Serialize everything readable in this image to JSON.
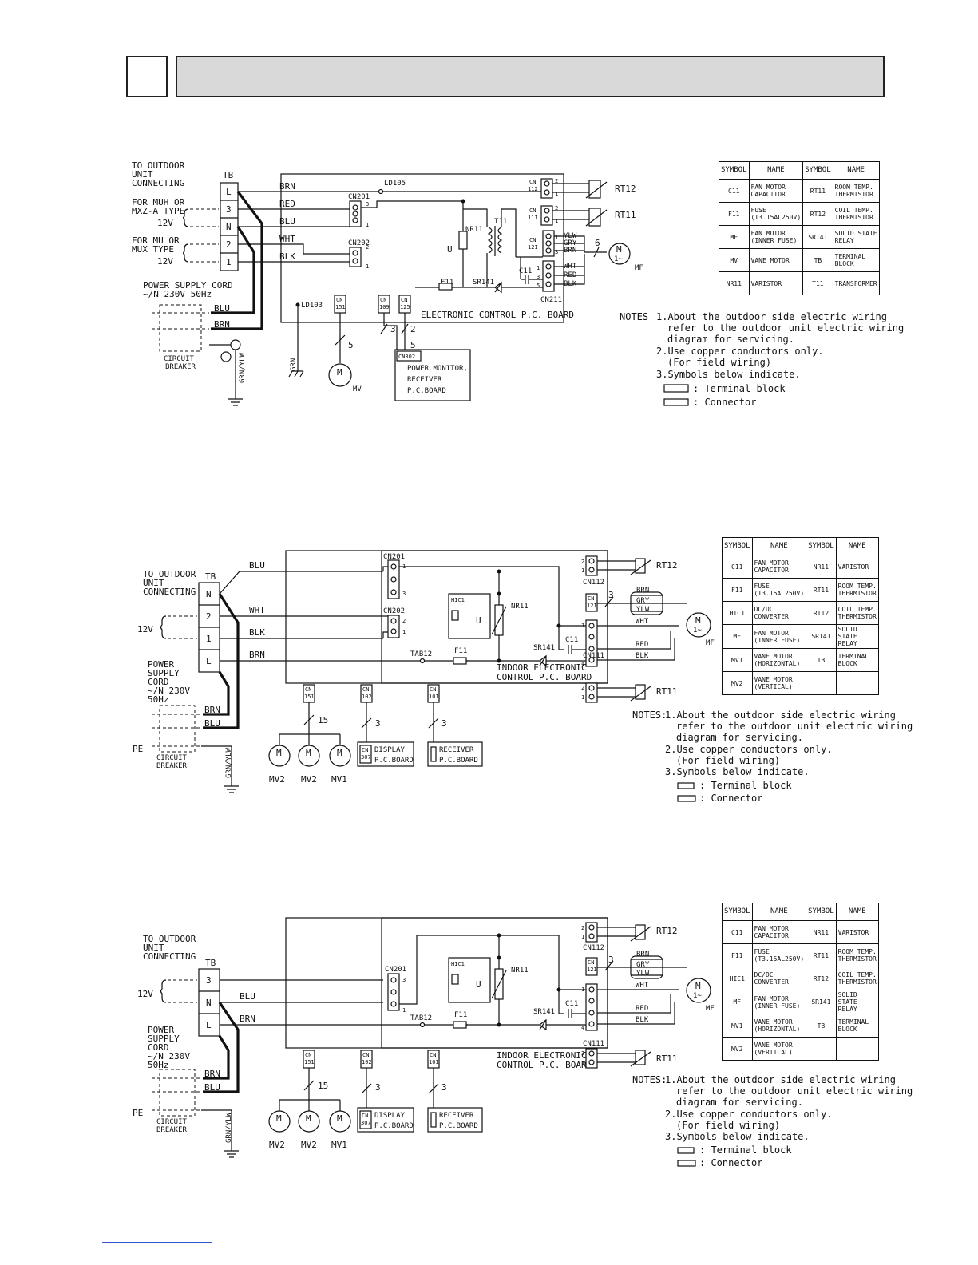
{
  "header": {
    "number": "",
    "title": ""
  },
  "legend_headers": {
    "symbol": "SYMBOL",
    "name": "NAME"
  },
  "diagram1": {
    "labels": {
      "to_outdoor": "TO OUTDOOR",
      "unit": "UNIT",
      "connecting": "CONNECTING",
      "tb": "TB",
      "for_muh": "FOR MUH OR",
      "mxz_type": "MXZ-A TYPE",
      "v12a": "12V",
      "for_mu": "FOR MU OR",
      "mux_type": "MUX TYPE",
      "v12b": "12V",
      "power_supply_cord": "POWER SUPPLY CORD",
      "power_spec": "~/N 230V 50Hz",
      "circuit": "CIRCUIT",
      "breaker": "BREAKER",
      "grn_ylw": "GRN/YLW",
      "grn": "GRN",
      "tb_L": "L",
      "tb_3": "3",
      "tb_N": "N",
      "tb_2": "2",
      "tb_1": "1",
      "brn": "BRN",
      "red": "RED",
      "blu": "BLU",
      "wht": "WHT",
      "blk": "BLK",
      "blu2": "BLU",
      "brn2": "BRN",
      "ld105": "LD105",
      "ld103": "LD103",
      "cn201": "CN201",
      "cn202": "CN202",
      "nr11": "NR11",
      "t11": "T11",
      "u": "U",
      "f11": "F11",
      "sr141": "SR141",
      "c11": "C11",
      "cn112a": "CN",
      "cn112b": "112",
      "cn111a": "CN",
      "cn111b": "111",
      "cn121a": "CN",
      "cn121b": "121",
      "cn211": "CN211",
      "cn151a": "CN",
      "cn151b": "151",
      "cn109a": "CN",
      "cn109b": "109",
      "cn125a": "CN",
      "cn125b": "125",
      "cn302": "CN302",
      "rt12": "RT12",
      "rt11": "RT11",
      "ylw": "YLW",
      "gry": "GRY",
      "brn3": "BRN",
      "wht2": "WHT",
      "red2": "RED",
      "blk2": "BLK",
      "board": "ELECTRONIC CONTROL P.C. BOARD",
      "pm1": "POWER MONITOR,",
      "pm2": "RECEIVER",
      "pm3": "P.C.BOARD",
      "m": "M",
      "mv": "MV",
      "mf": "MF",
      "m1": "1~",
      "n5a": "5",
      "n3": "3",
      "n2": "2",
      "n5b": "5",
      "n6": "6"
    },
    "legend": [
      [
        "C11",
        "FAN MOTOR CAPACITOR",
        "RT11",
        "ROOM TEMP. THERMISTOR"
      ],
      [
        "F11",
        "FUSE (T3.15AL250V)",
        "RT12",
        "COIL TEMP. THERMISTOR"
      ],
      [
        "MF",
        "FAN MOTOR (INNER FUSE)",
        "SR141",
        "SOLID STATE RELAY"
      ],
      [
        "MV",
        "VANE MOTOR",
        "TB",
        "TERMINAL BLOCK"
      ],
      [
        "NR11",
        "VARISTOR",
        "T11",
        "TRANSFORMER"
      ]
    ],
    "notes": {
      "title": "NOTES",
      "lines": [
        "1.About the outdoor side electric wiring",
        "refer to the outdoor unit electric wiring",
        "diagram for servicing.",
        "2.Use copper conductors only.",
        "(For field wiring)",
        "3.Symbols below indicate.",
        ": Terminal block",
        ": Connector"
      ]
    }
  },
  "diagram2": {
    "labels": {
      "to_outdoor": "TO OUTDOOR",
      "unit": "UNIT",
      "connecting": "CONNECTING",
      "tb": "TB",
      "v12": "12V",
      "tb_N": "N",
      "tb_2": "2",
      "tb_1": "1",
      "tb_L": "L",
      "blu": "BLU",
      "wht": "WHT",
      "blk": "BLK",
      "brn": "BRN",
      "power": "POWER",
      "supply": "SUPPLY",
      "cord": "CORD",
      "spec": "~/N 230V",
      "hz": "50Hz",
      "brn2": "BRN",
      "blu2": "BLU",
      "pe": "PE",
      "circuit": "CIRCUIT",
      "breaker": "BREAKER",
      "grn_ylw": "GRN/YLW",
      "cn201": "CN201",
      "cn202": "CN202",
      "hic1": "HIC1",
      "u": "U",
      "nr11": "NR11",
      "tab12": "TAB12",
      "f11": "F11",
      "sr141": "SR141",
      "c11": "C11",
      "cn112": "CN112",
      "cn111": "CN111",
      "cn121a": "CN",
      "cn121b": "121",
      "rt12": "RT12",
      "rt11": "RT11",
      "brn3": "BRN",
      "gry": "GRY",
      "ylw": "YLW",
      "wht2": "WHT",
      "red": "RED",
      "blk2": "BLK",
      "board1": "INDOOR ELECTRONIC",
      "board2": "CONTROL P.C. BOARD",
      "cn151a": "CN",
      "cn151b": "151",
      "cn102a": "CN",
      "cn102b": "102",
      "cn101a": "CN",
      "cn101b": "101",
      "n15": "15",
      "n3a": "3",
      "n3b": "3",
      "n3c": "3",
      "cn307a": "CN",
      "cn307b": "307",
      "display1": "DISPLAY",
      "display2": "P.C.BOARD",
      "receiver1": "RECEIVER",
      "receiver2": "P.C.BOARD",
      "mv2a": "MV2",
      "mv2b": "MV2",
      "mv1": "MV1",
      "m": "M",
      "mf": "MF",
      "m1": "1~"
    },
    "legend": [
      [
        "C11",
        "FAN MOTOR CAPACITOR",
        "NR11",
        "VARISTOR"
      ],
      [
        "F11",
        "FUSE (T3.15AL250V)",
        "RT11",
        "ROOM TEMP. THERMISTOR"
      ],
      [
        "HIC1",
        "DC/DC CONVERTER",
        "RT12",
        "COIL TEMP. THERMISTOR"
      ],
      [
        "MF",
        "FAN MOTOR (INNER FUSE)",
        "SR141",
        "SOLID STATE RELAY"
      ],
      [
        "MV1",
        "VANE MOTOR (HORIZONTAL)",
        "TB",
        "TERMINAL BLOCK"
      ],
      [
        "MV2",
        "VANE MOTOR (VERTICAL)",
        "",
        ""
      ]
    ],
    "notes": {
      "title": "NOTES:",
      "lines": [
        "1.About the outdoor side electric wiring",
        "refer to the outdoor unit electric wiring",
        "diagram for servicing.",
        "2.Use copper conductors only.",
        "(For field wiring)",
        "3.Symbols below indicate.",
        ": Terminal block",
        ": Connector"
      ]
    }
  },
  "diagram3": {
    "labels": {
      "to_outdoor": "TO OUTDOOR",
      "unit": "UNIT",
      "connecting": "CONNECTING",
      "tb": "TB",
      "v12": "12V",
      "tb_3": "3",
      "tb_N": "N",
      "tb_L": "L",
      "blu": "BLU",
      "brn": "BRN",
      "power": "POWER",
      "supply": "SUPPLY",
      "cord": "CORD",
      "spec": "~/N 230V",
      "hz": "50Hz",
      "brn2": "BRN",
      "blu2": "BLU",
      "pe": "PE",
      "circuit": "CIRCUIT",
      "breaker": "BREAKER",
      "grn_ylw": "GRN/YLW",
      "cn201": "CN201",
      "hic1": "HIC1",
      "u": "U",
      "nr11": "NR11",
      "tab12": "TAB12",
      "f11": "F11",
      "sr141": "SR141",
      "c11": "C11",
      "cn112": "CN112",
      "cn111": "CN111",
      "cn121a": "CN",
      "cn121b": "121",
      "rt12": "RT12",
      "rt11": "RT11",
      "brn3": "BRN",
      "gry": "GRY",
      "ylw": "YLW",
      "wht2": "WHT",
      "red": "RED",
      "blk2": "BLK",
      "board1": "INDOOR ELECTRONIC",
      "board2": "CONTROL P.C. BOARD",
      "cn151a": "CN",
      "cn151b": "151",
      "cn102a": "CN",
      "cn102b": "102",
      "cn101a": "CN",
      "cn101b": "101",
      "n15": "15",
      "n3a": "3",
      "n3b": "3",
      "n3c": "3",
      "cn307a": "CN",
      "cn307b": "307",
      "display1": "DISPLAY",
      "display2": "P.C.BOARD",
      "receiver1": "RECEIVER",
      "receiver2": "P.C.BOARD",
      "mv2a": "MV2",
      "mv2b": "MV2",
      "mv1": "MV1",
      "m": "M",
      "mf": "MF",
      "m1": "1~"
    },
    "legend": [
      [
        "C11",
        "FAN MOTOR CAPACITOR",
        "NR11",
        "VARISTOR"
      ],
      [
        "F11",
        "FUSE (T3.15AL250V)",
        "RT11",
        "ROOM TEMP. THERMISTOR"
      ],
      [
        "HIC1",
        "DC/DC CONVERTER",
        "RT12",
        "COIL TEMP. THERMISTOR"
      ],
      [
        "MF",
        "FAN MOTOR (INNER FUSE)",
        "SR141",
        "SOLID STATE RELAY"
      ],
      [
        "MV1",
        "VANE MOTOR (HORIZONTAL)",
        "TB",
        "TERMINAL BLOCK"
      ],
      [
        "MV2",
        "VANE MOTOR (VERTICAL)",
        "",
        ""
      ]
    ],
    "notes": {
      "title": "NOTES:",
      "lines": [
        "1.About the outdoor side electric wiring",
        "refer to the outdoor unit electric wiring",
        "diagram for servicing.",
        "2.Use copper conductors only.",
        "(For field wiring)",
        "3.Symbols below indicate.",
        ": Terminal block",
        ": Connector"
      ]
    }
  }
}
